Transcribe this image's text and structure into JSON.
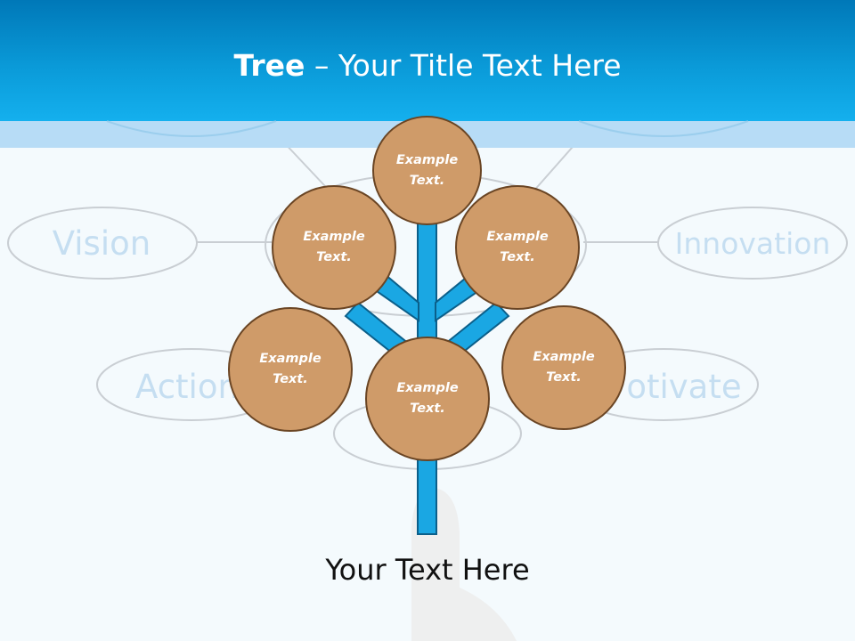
{
  "title": {
    "bold": "Tree",
    "rest": " – Your Title Text Here"
  },
  "background_words": {
    "vision": "Vision",
    "innovation": "Innovation",
    "action": "Action",
    "motivate": "otivate"
  },
  "nodes": {
    "top": "Example Text.",
    "upper_left": "Example Text.",
    "upper_right": "Example Text.",
    "lower_left": "Example Text.",
    "center": "Example Text.",
    "lower_right": "Example Text."
  },
  "caption": "Your Text Here",
  "colors": {
    "title_bar": "#0a9ad8",
    "node_fill": "#cf9b69",
    "node_border": "#6a4524",
    "branch": "#1aa7e3",
    "branch_outline": "#0b5f8a",
    "faded_text": "#c5def1"
  }
}
